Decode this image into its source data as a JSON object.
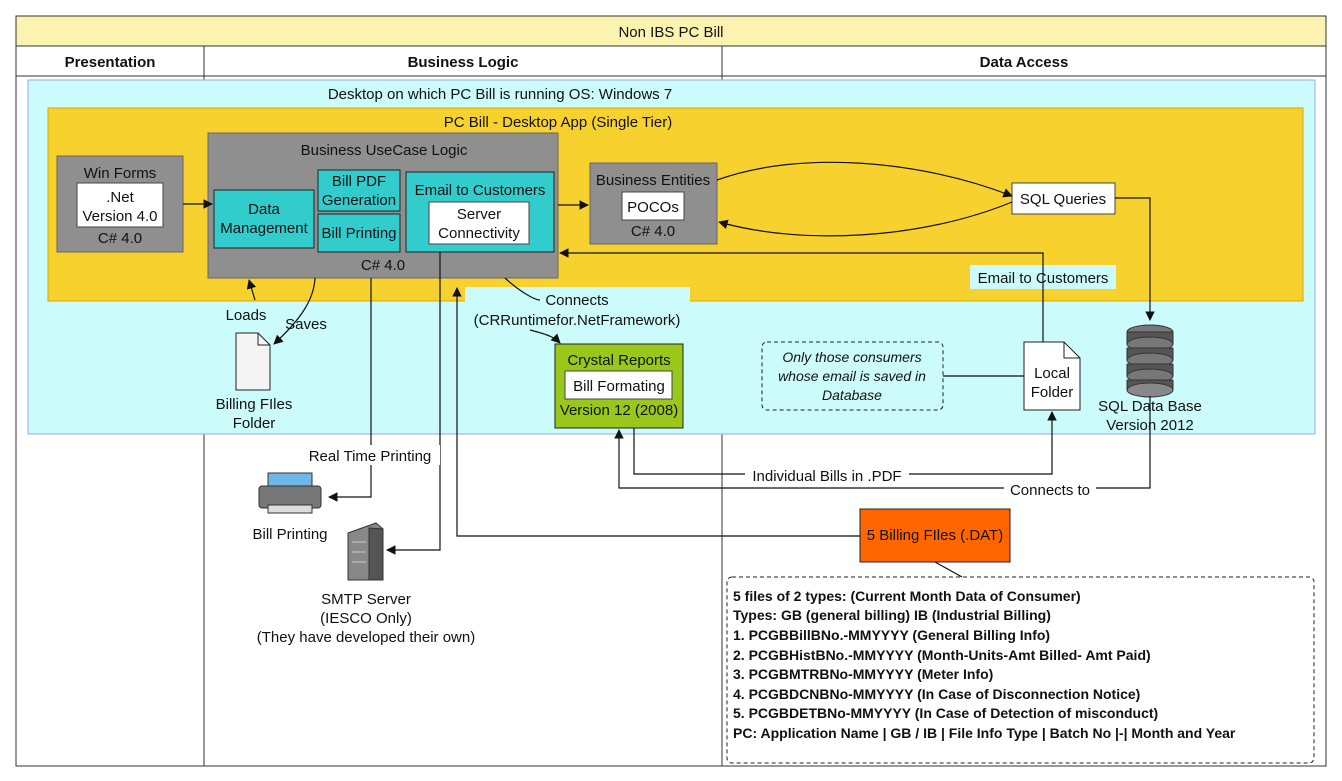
{
  "title": "Non IBS PC Bill",
  "columns": {
    "presentation": "Presentation",
    "business": "Business Logic",
    "data": "Data Access"
  },
  "desktop_label": "Desktop on which PC Bill is running  OS: Windows 7",
  "app_label": "PC Bill - Desktop App (Single Tier)",
  "winforms": {
    "title": "Win Forms",
    "inner1": ".Net",
    "inner2": "Version 4.0",
    "sub": "C# 4.0"
  },
  "usecase": {
    "title": "Business UseCase Logic",
    "data_mgmt1": "Data",
    "data_mgmt2": "Management",
    "pdf1": "Bill PDF",
    "pdf2": "Generation",
    "printing": "Bill Printing",
    "email_title": "Email to Customers",
    "server1": "Server",
    "server2": "Connectivity",
    "sub": "C# 4.0"
  },
  "entities": {
    "title": "Business Entities",
    "inner": "POCOs",
    "sub": "C# 4.0"
  },
  "sql_queries": "SQL Queries",
  "email_customers_label": "Email to Customers",
  "connects_label1": "Connects",
  "connects_label2": "(CRRuntimefor.NetFramework)",
  "crystal": {
    "title": "Crystal Reports",
    "inner": "Bill Formating",
    "sub": "Version 12 (2008)"
  },
  "note_email": {
    "line1": "Only those consumers",
    "line2": "whose email is saved in",
    "line3": "Database"
  },
  "local_folder": {
    "line1": "Local",
    "line2": "Folder"
  },
  "sql_db": {
    "line1": "SQL Data Base",
    "line2": "Version 2012"
  },
  "loads": "Loads",
  "saves": "Saves",
  "billing_files_folder": {
    "line1": "Billing FIles",
    "line2": "Folder"
  },
  "real_time_printing": "Real Time Printing",
  "individual_bills": "Individual Bills in .PDF",
  "connects_to": "Connects to",
  "bill_printing": "Bill Printing",
  "smtp": {
    "line1": "SMTP Server",
    "line2": "(IESCO Only)",
    "line3": "(They have developed their own)"
  },
  "billing_dat": "5 Billing FIles (.DAT)",
  "files_note": [
    "5 files of 2 types: (Current Month Data of Consumer)",
    "Types: GB (general billing) IB (Industrial Billing)",
    "1. PCGBBillBNo.-MMYYYY (General Billing Info)",
    "2. PCGBHistBNo.-MMYYYY (Month-Units-Amt Billed- Amt Paid)",
    "3. PCGBMTRBNo-MMYYYY (Meter Info)",
    "4. PCGBDCNBNo-MMYYYY (In Case of Disconnection Notice)",
    "5. PCGBDETBNo-MMYYYY (In Case of Detection of misconduct)",
    "PC: Application Name | GB / IB | File Info Type | Batch No |-| Month and Year"
  ],
  "colors": {
    "title_bg": "#fcf3b0",
    "desktop_bg": "#ccfbfb",
    "app_bg": "#f7d22e",
    "gray": "#8f8f8f",
    "teal": "#33cccc",
    "green": "#99c81a",
    "orange": "#ff6600"
  }
}
